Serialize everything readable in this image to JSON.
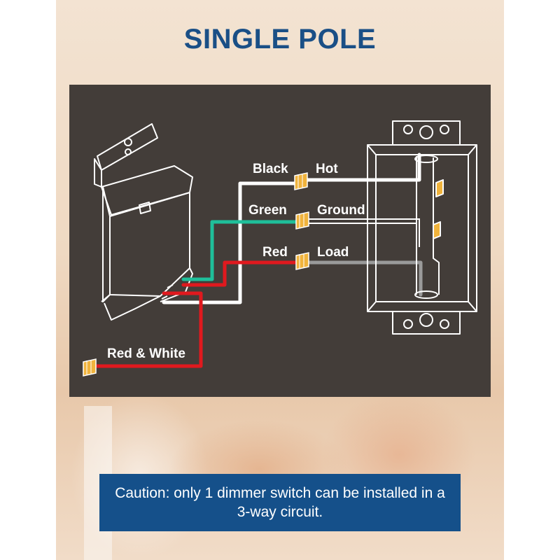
{
  "title": "SINGLE POLE",
  "diagram": {
    "labels": {
      "black": "Black",
      "hot": "Hot",
      "green": "Green",
      "ground": "Ground",
      "red": "Red",
      "load": "Load",
      "red_white": "Red & White"
    }
  },
  "caution": "Caution: only 1 dimmer switch can be installed in a 3-way circuit.",
  "colors": {
    "title": "#1a4f86",
    "panel": "#433d39",
    "caution_bg": "#15508a",
    "wire_white": "#ffffff",
    "wire_green": "#1fbf9a",
    "wire_red": "#e0191e",
    "wire_gray": "#9a9a9a",
    "wire_nut": "#f0b33c"
  }
}
